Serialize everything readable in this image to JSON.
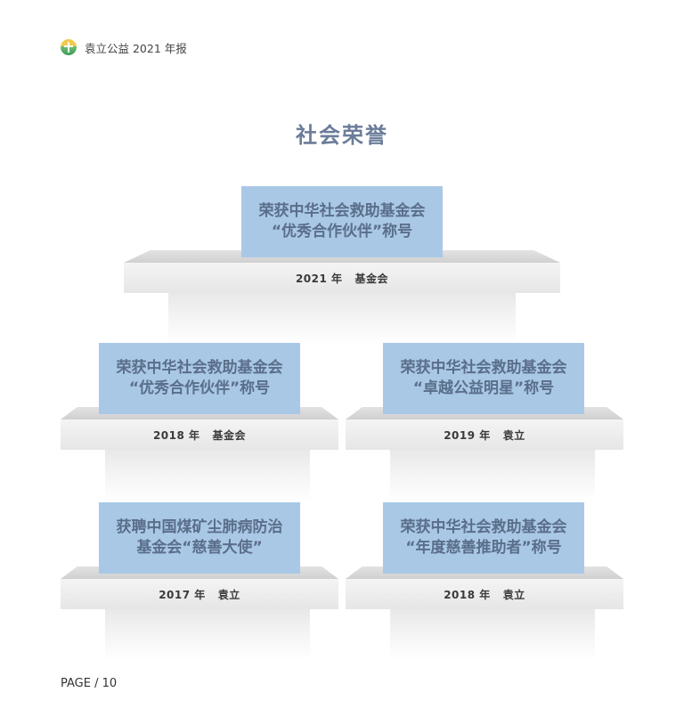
{
  "header": {
    "text": "袁立公益 2021 年报"
  },
  "section_title": "社会荣誉",
  "honors": [
    {
      "line1": "荣获中华社会救助基金会",
      "line2": "“优秀合作伙伴”称号",
      "label": "2021 年   基金会"
    },
    {
      "line1": "荣获中华社会救助基金会",
      "line2": "“优秀合作伙伴”称号",
      "label": "2018 年   基金会"
    },
    {
      "line1": "荣获中华社会救助基金会",
      "line2": "“卓越公益明星”称号",
      "label": "2019 年   袁立"
    },
    {
      "line1": "获聘中国煤矿尘肺病防治",
      "line2": "基金会“慈善大使”",
      "label": "2017 年   袁立"
    },
    {
      "line1": "荣获中华社会救助基金会",
      "line2": "“年度慈善推助者”称号",
      "label": "2018 年   袁立"
    }
  ],
  "footer": {
    "page": "PAGE / 10"
  }
}
